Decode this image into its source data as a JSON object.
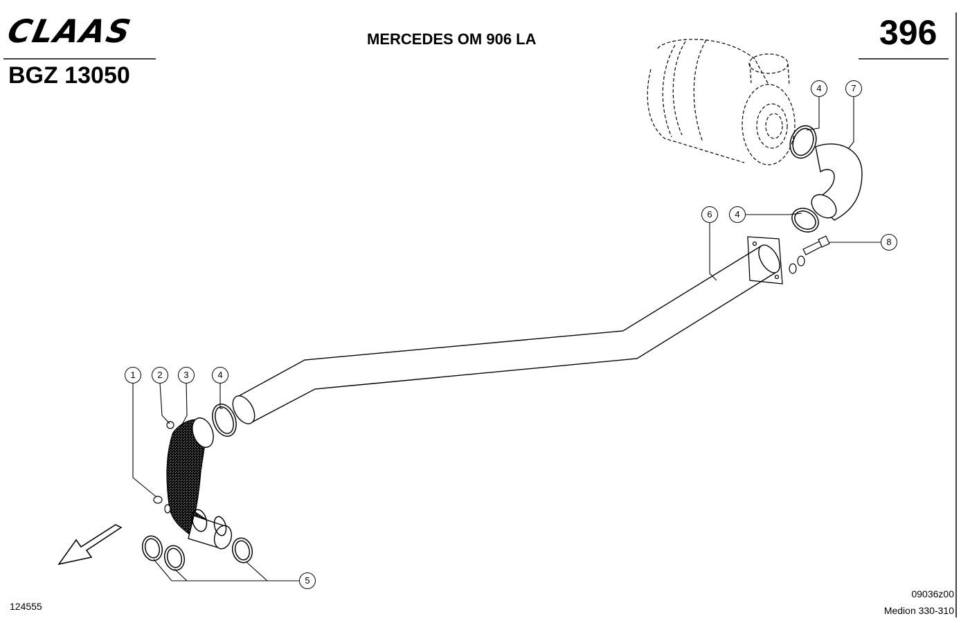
{
  "header": {
    "brand": "CLAAS",
    "sheet_id": "BGZ 13050",
    "engine": "MERCEDES OM 906 LA",
    "page_number": "396"
  },
  "footer": {
    "image_number": "124555",
    "drawing_number": "09036z00",
    "model": "Medion 330-310"
  },
  "callouts": {
    "c1": "1",
    "c2": "2",
    "c3": "3",
    "c4a": "4",
    "c4b": "4",
    "c4c": "4",
    "c5": "5",
    "c6": "6",
    "c7": "7",
    "c8": "8"
  },
  "colors": {
    "line": "#000000",
    "background": "#ffffff"
  }
}
